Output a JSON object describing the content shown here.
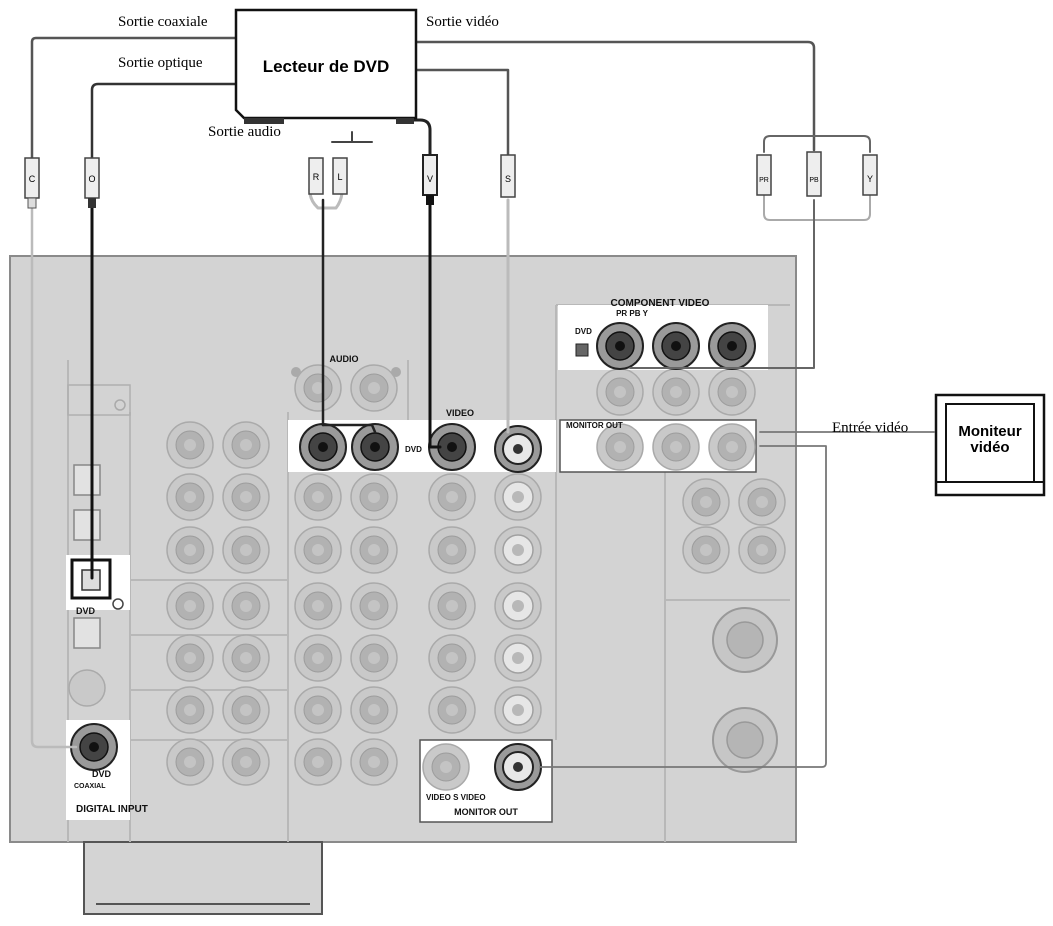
{
  "player": {
    "title": "Lecteur de DVD"
  },
  "player_outputs": {
    "coaxial": "Sortie coaxiale",
    "optical": "Sortie optique",
    "audio": "Sortie audio",
    "video": "Sortie vidéo"
  },
  "plugs": {
    "c": "C",
    "o": "O",
    "r": "R",
    "l": "L",
    "v": "V",
    "s": "S",
    "pr": "PR",
    "pb": "PB",
    "y": "Y"
  },
  "monitor": {
    "title_line1": "Moniteur",
    "title_line2": "vidéo",
    "input": "Entrée vidéo"
  },
  "receiver": {
    "component_video": "COMPONENT VIDEO",
    "component_sub": "PR PB Y",
    "component_dvd": "DVD",
    "component_monitor_out": "MONITOR OUT",
    "audio": "AUDIO",
    "video": "VIDEO",
    "dvd_row": "DVD",
    "optical_dvd": "DVD",
    "coaxial_dvd": "DVD",
    "coaxial": "COAXIAL",
    "digital_input": "DIGITAL INPUT",
    "monitor_out_jacks": "VIDEO S VIDEO",
    "monitor_out": "MONITOR OUT"
  }
}
